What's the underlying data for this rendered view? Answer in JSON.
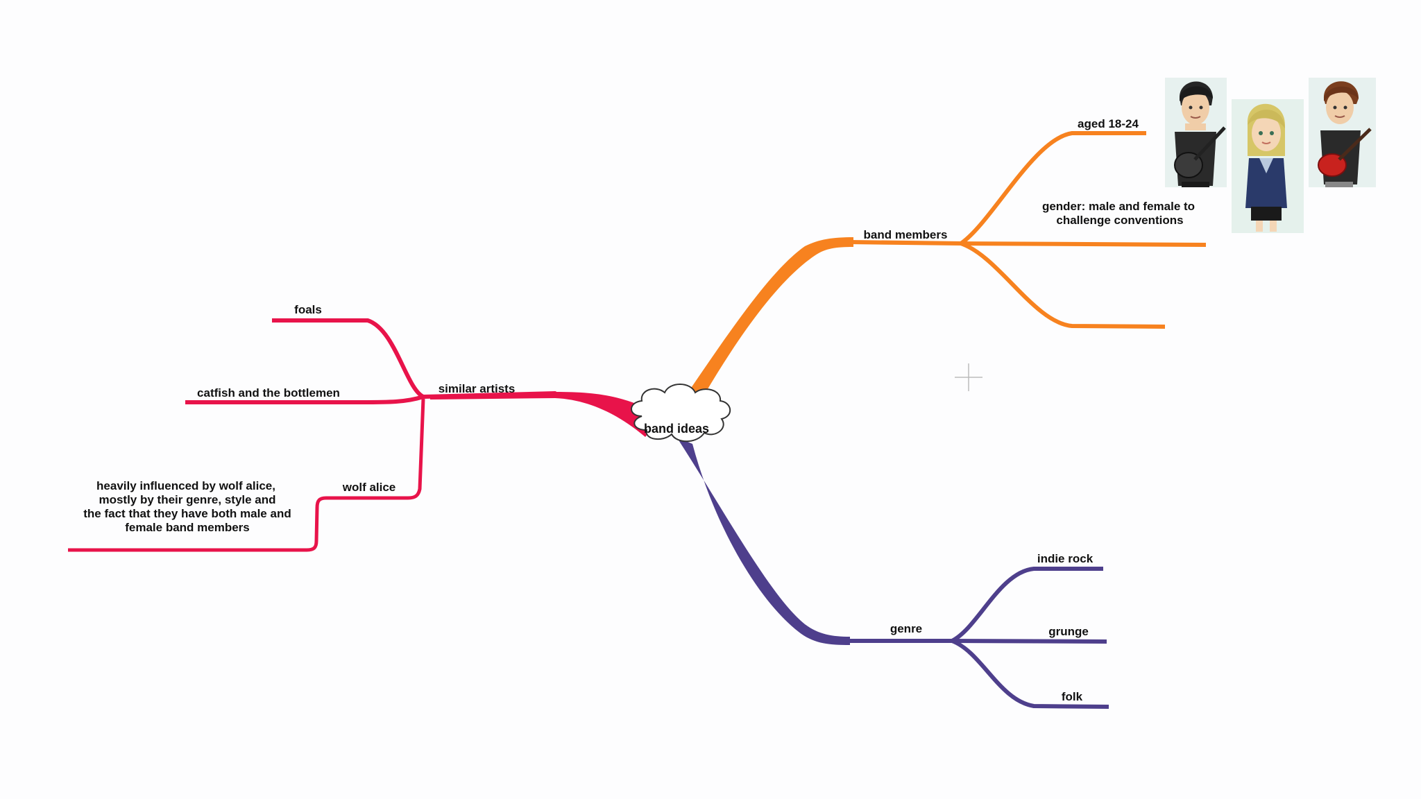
{
  "colors": {
    "background": "#fdfdfe",
    "similar_artists": "#e8134a",
    "band_members": "#f7821f",
    "genre": "#4e3f8c",
    "text": "#111111",
    "cursor": "#bbbbbb"
  },
  "central": {
    "label": "band ideas",
    "icon": "cloud-shape"
  },
  "branches": {
    "similar_artists": {
      "label": "similar artists",
      "children": [
        {
          "label": "foals"
        },
        {
          "label": "catfish and the bottlemen"
        },
        {
          "label": "wolf alice",
          "note": [
            "heavily influenced by wolf alice,",
            "mostly by their genre, style and",
            "the fact that they have both male and",
            "female band members"
          ]
        }
      ]
    },
    "band_members": {
      "label": "band members",
      "children": [
        {
          "label": "aged 18-24"
        },
        {
          "label_lines": [
            "gender: male and female to",
            "challenge conventions"
          ]
        },
        {
          "label": ""
        }
      ],
      "images": [
        "male-guitarist-dark-hair-avatar",
        "female-blonde-avatar",
        "male-guitarist-red-guitar-avatar"
      ]
    },
    "genre": {
      "label": "genre",
      "children": [
        {
          "label": "indie rock"
        },
        {
          "label": "grunge"
        },
        {
          "label": "folk"
        }
      ]
    }
  }
}
